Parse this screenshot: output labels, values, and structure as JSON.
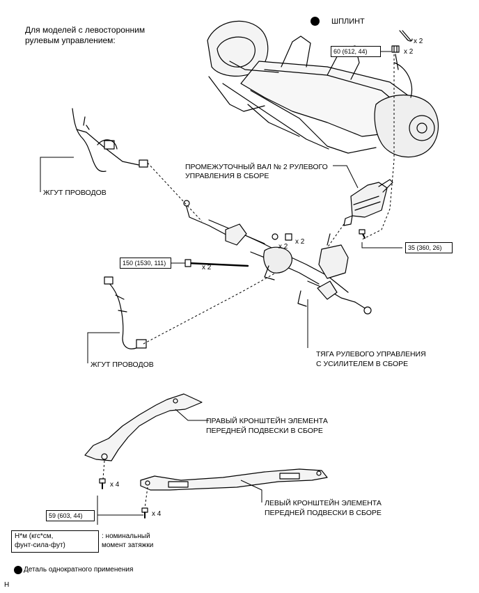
{
  "header": {
    "lhd_note": [
      "Для моделей с левосторонним",
      "рулевым управлением:"
    ],
    "cotter_pin_label": "ШПЛИНТ"
  },
  "torques": {
    "t60": "60 (612, 44)",
    "t150": "150 (1530, 111)",
    "t35": "35 (360, 26)",
    "t59": "59 (603, 44)"
  },
  "quantities": {
    "x2": "x 2",
    "x4": "x 4"
  },
  "parts": {
    "wire_harness_1": "ЖГУТ ПРОВОДОВ",
    "wire_harness_2": "ЖГУТ ПРОВОДОВ",
    "intermediate_shaft": [
      "ПРОМЕЖУТОЧНЫЙ ВАЛ № 2 РУЛЕВОГО",
      "УПРАВЛЕНИЯ В СБОРЕ"
    ],
    "steering_link": [
      "ТЯГА РУЛЕВОГО УПРАВЛЕНИЯ",
      "С УСИЛИТЕЛЕМ В СБОРЕ"
    ],
    "right_bracket": [
      "ПРАВЫЙ КРОНШТЕЙН ЭЛЕМЕНТА",
      "ПЕРЕДНЕЙ ПОДВЕСКИ В СБОРЕ"
    ],
    "left_bracket": [
      "ЛЕВЫЙ КРОНШТЕЙН ЭЛЕМЕНТА",
      "ПЕРЕДНЕЙ ПОДВЕСКИ В СБОРЕ"
    ]
  },
  "legend": {
    "unit_box": [
      "Н*м (кгс*см,",
      "фунт-сила-фут)"
    ],
    "unit_desc": [
      ": номинальный",
      "момент затяжки"
    ],
    "non_reusable": "Деталь однократного применения",
    "corner_mark": "H"
  }
}
